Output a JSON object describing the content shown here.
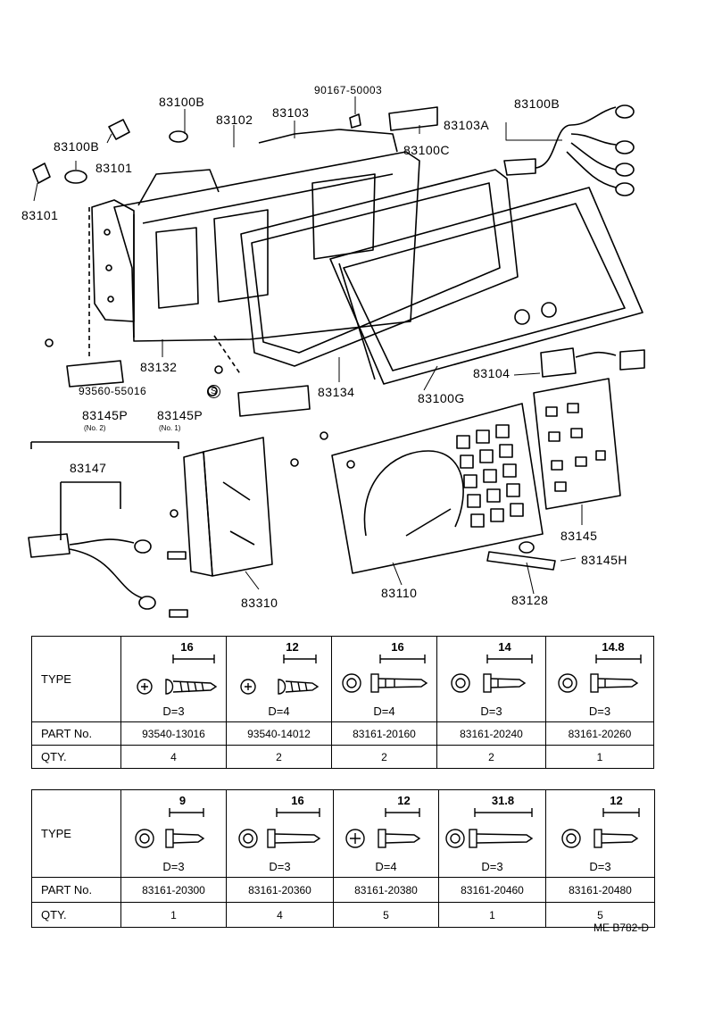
{
  "callouts": {
    "c90167": "90167-50003",
    "c83100b_top": "83100B",
    "c83102": "83102",
    "c83103": "83103",
    "c83100c": "83100C",
    "c83103a": "83103A",
    "c83100b_right": "83100B",
    "c83100b_left": "83100B",
    "c83101_a": "83101",
    "c83101_b": "83101",
    "c83132": "83132",
    "c83134": "83134",
    "c83100g": "83100G",
    "c83104": "83104",
    "c93560": "93560-55016",
    "c83145p_2": "83145P",
    "c83145p_2_note": "(No. 2)",
    "c83145p_1": "83145P",
    "c83145p_1_note": "(No. 1)",
    "c83147": "83147",
    "c83310": "83310",
    "c83110": "83110",
    "c83145": "83145",
    "c83145h": "83145H",
    "c83128": "83128"
  },
  "table1": {
    "type_label": "TYPE",
    "part_label": "PART No.",
    "qty_label": "QTY.",
    "cols": [
      {
        "dim": "16",
        "d": "D=3",
        "part": "93540-13016",
        "qty": "4"
      },
      {
        "dim": "12",
        "d": "D=4",
        "part": "93540-14012",
        "qty": "2"
      },
      {
        "dim": "16",
        "d": "D=4",
        "part": "83161-20160",
        "qty": "2"
      },
      {
        "dim": "14",
        "d": "D=3",
        "part": "83161-20240",
        "qty": "2"
      },
      {
        "dim": "14.8",
        "d": "D=3",
        "part": "83161-20260",
        "qty": "1"
      }
    ]
  },
  "table2": {
    "type_label": "TYPE",
    "part_label": "PART No.",
    "qty_label": "QTY.",
    "cols": [
      {
        "dim": "9",
        "d": "D=3",
        "part": "83161-20300",
        "qty": "1"
      },
      {
        "dim": "16",
        "d": "D=3",
        "part": "83161-20360",
        "qty": "4"
      },
      {
        "dim": "12",
        "d": "D=4",
        "part": "83161-20380",
        "qty": "5"
      },
      {
        "dim": "31.8",
        "d": "D=3",
        "part": "83161-20460",
        "qty": "1"
      },
      {
        "dim": "12",
        "d": "D=3",
        "part": "83161-20480",
        "qty": "5"
      }
    ]
  },
  "footer_code": "ME B782-D",
  "colors": {
    "ink": "#000000",
    "paper": "#ffffff"
  }
}
